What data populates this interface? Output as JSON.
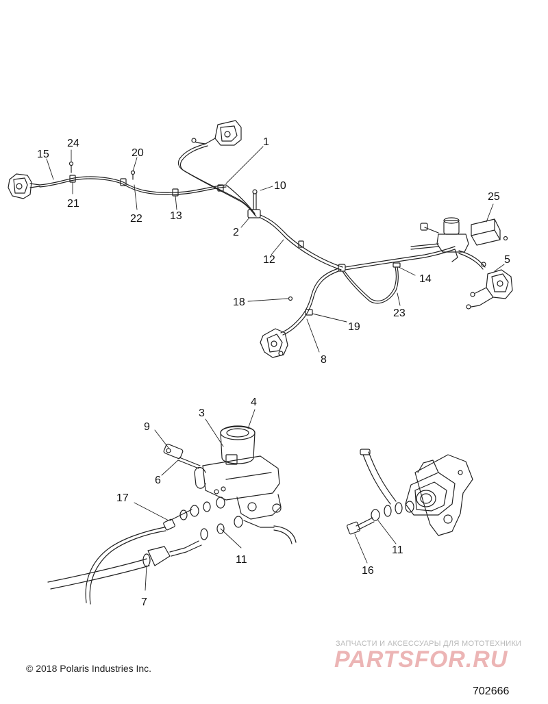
{
  "callouts": {
    "c1": "1",
    "c2": "2",
    "c3": "3",
    "c4": "4",
    "c5": "5",
    "c6": "6",
    "c7": "7",
    "c8": "8",
    "c9": "9",
    "c10": "10",
    "c11a": "11",
    "c11b": "11",
    "c12": "12",
    "c13": "13",
    "c14": "14",
    "c15": "15",
    "c16": "16",
    "c17": "17",
    "c18": "18",
    "c19": "19",
    "c20": "20",
    "c21": "21",
    "c22": "22",
    "c23": "23",
    "c24": "24",
    "c25": "25"
  },
  "footer": {
    "copyright": "© 2018 Polaris Industries Inc.",
    "part_number": "702666"
  },
  "watermark": {
    "tagline": "ЗАПЧАСТИ И АКСЕССУАРЫ ДЛЯ МОТОТЕХНИКИ",
    "logo": "PARTSFOR.RU"
  }
}
